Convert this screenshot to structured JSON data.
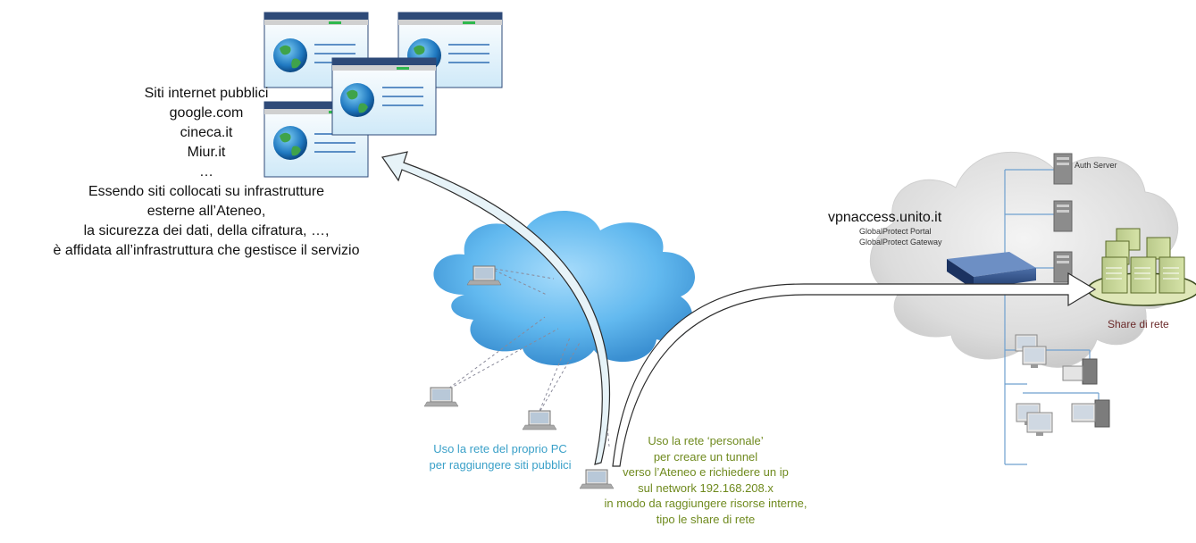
{
  "public_sites": {
    "lines": [
      "Siti internet pubblici",
      "google.com",
      "cineca.it",
      "Miur.it",
      "…",
      "Essendo siti collocati su infrastrutture",
      "esterne all’Ateneo,",
      "la sicurezza dei dati, della cifratura, …,",
      "è affidata all’infrastruttura che gestisce il servizio"
    ]
  },
  "vpn": {
    "host": "vpnaccess.unito.it",
    "portal": "GlobalProtect Portal",
    "gateway": "GlobalProtect Gateway",
    "auth_server": "Auth Server",
    "share_label": "Share di rete"
  },
  "personal_network_caption": {
    "lines": [
      "Uso la rete del proprio PC",
      "per raggiungere siti pubblici"
    ]
  },
  "tunnel_caption": {
    "lines": [
      "Uso la rete ‘personale’",
      "per creare un tunnel",
      "verso l’Ateneo e richiedere un ip",
      "sul network 192.168.208.x",
      "in modo da raggiungere risorse interne,",
      "tipo le share di rete"
    ]
  },
  "colors": {
    "caption_blue": "#3aa0c8",
    "caption_green": "#6f8a1e",
    "share_label": "#6b2a2a",
    "cloud_blue": "#5fb7ee",
    "browser_header": "#2e4a78"
  }
}
